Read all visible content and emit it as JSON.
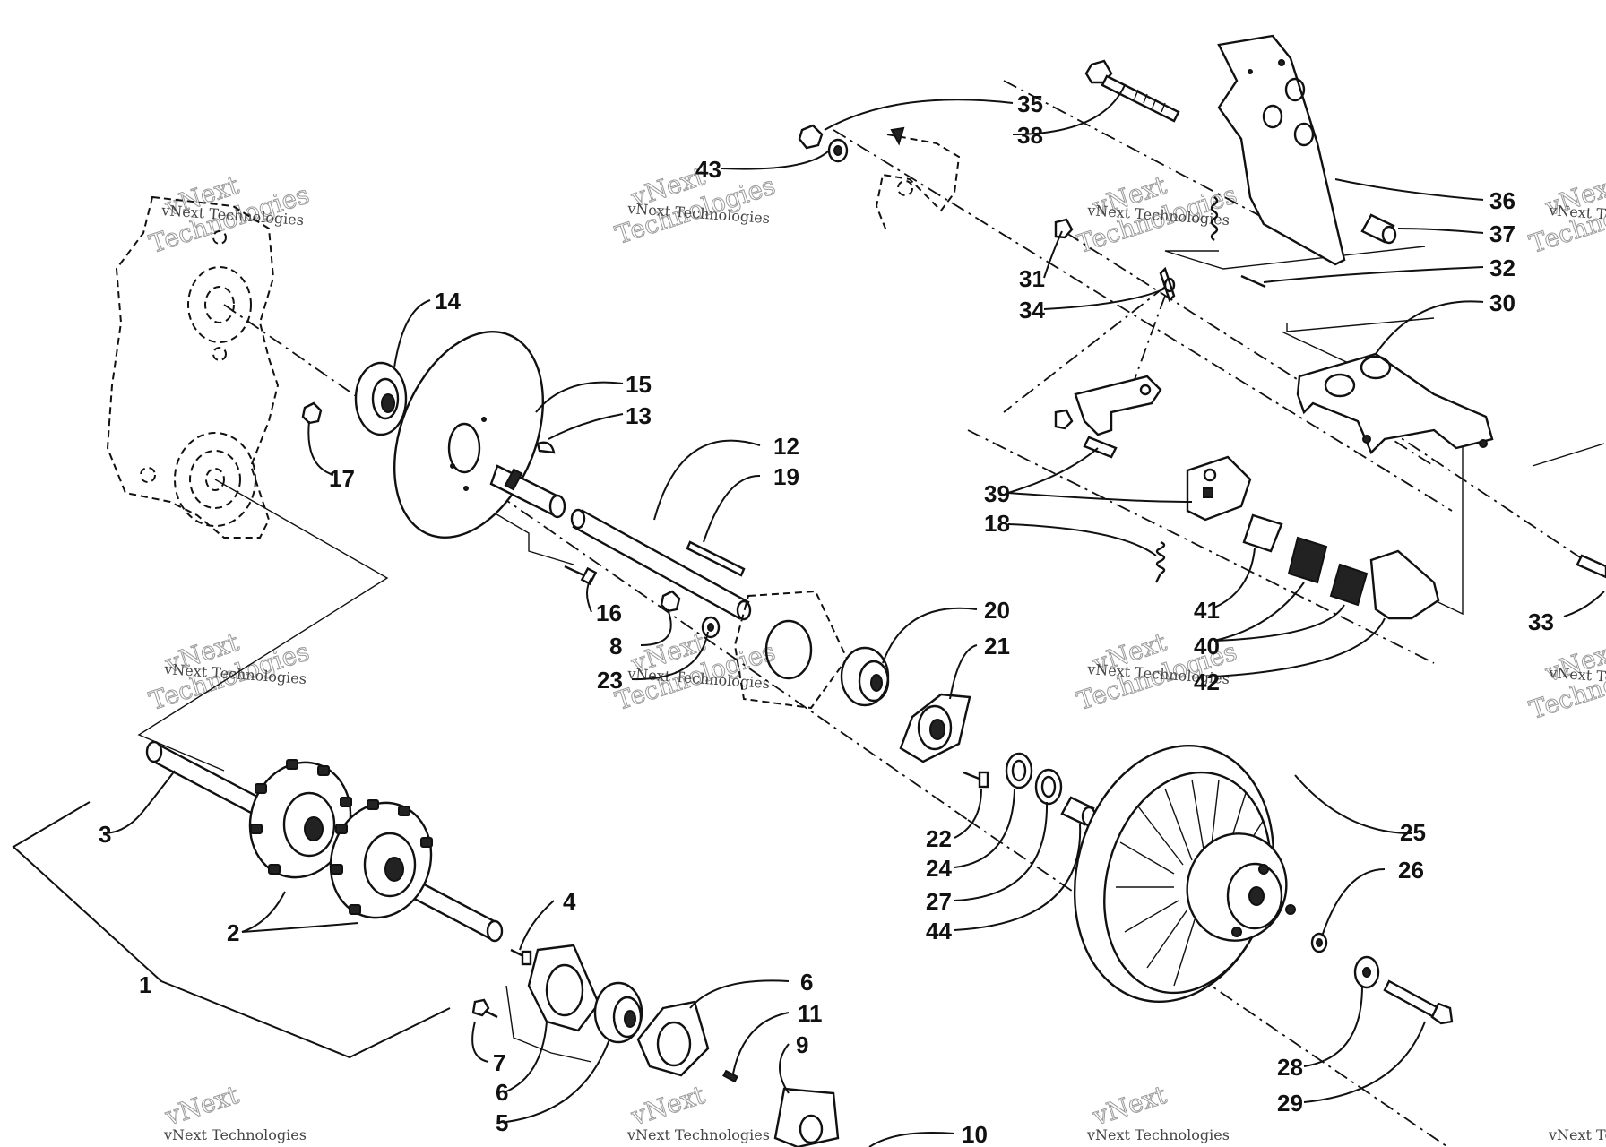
{
  "watermark": {
    "line1": "vNext",
    "line2": "Technologies",
    "full": "vNext Technologies"
  },
  "callouts": {
    "c1": "1",
    "c2": "2",
    "c3": "3",
    "c4": "4",
    "c5": "5",
    "c6a": "6",
    "c6b": "6",
    "c7": "7",
    "c8": "8",
    "c9": "9",
    "c10": "10",
    "c11": "11",
    "c12": "12",
    "c13": "13",
    "c14": "14",
    "c15": "15",
    "c16": "16",
    "c17": "17",
    "c18": "18",
    "c19": "19",
    "c20": "20",
    "c21": "21",
    "c22": "22",
    "c23": "23",
    "c24": "24",
    "c25": "25",
    "c26": "26",
    "c27": "27",
    "c28": "28",
    "c29": "29",
    "c30": "30",
    "c31": "31",
    "c32": "32",
    "c33": "33",
    "c34": "34",
    "c35": "35",
    "c36": "36",
    "c37": "37",
    "c38": "38",
    "c39": "39",
    "c40": "40",
    "c41": "41",
    "c42": "42",
    "c43": "43",
    "c44": "44"
  }
}
